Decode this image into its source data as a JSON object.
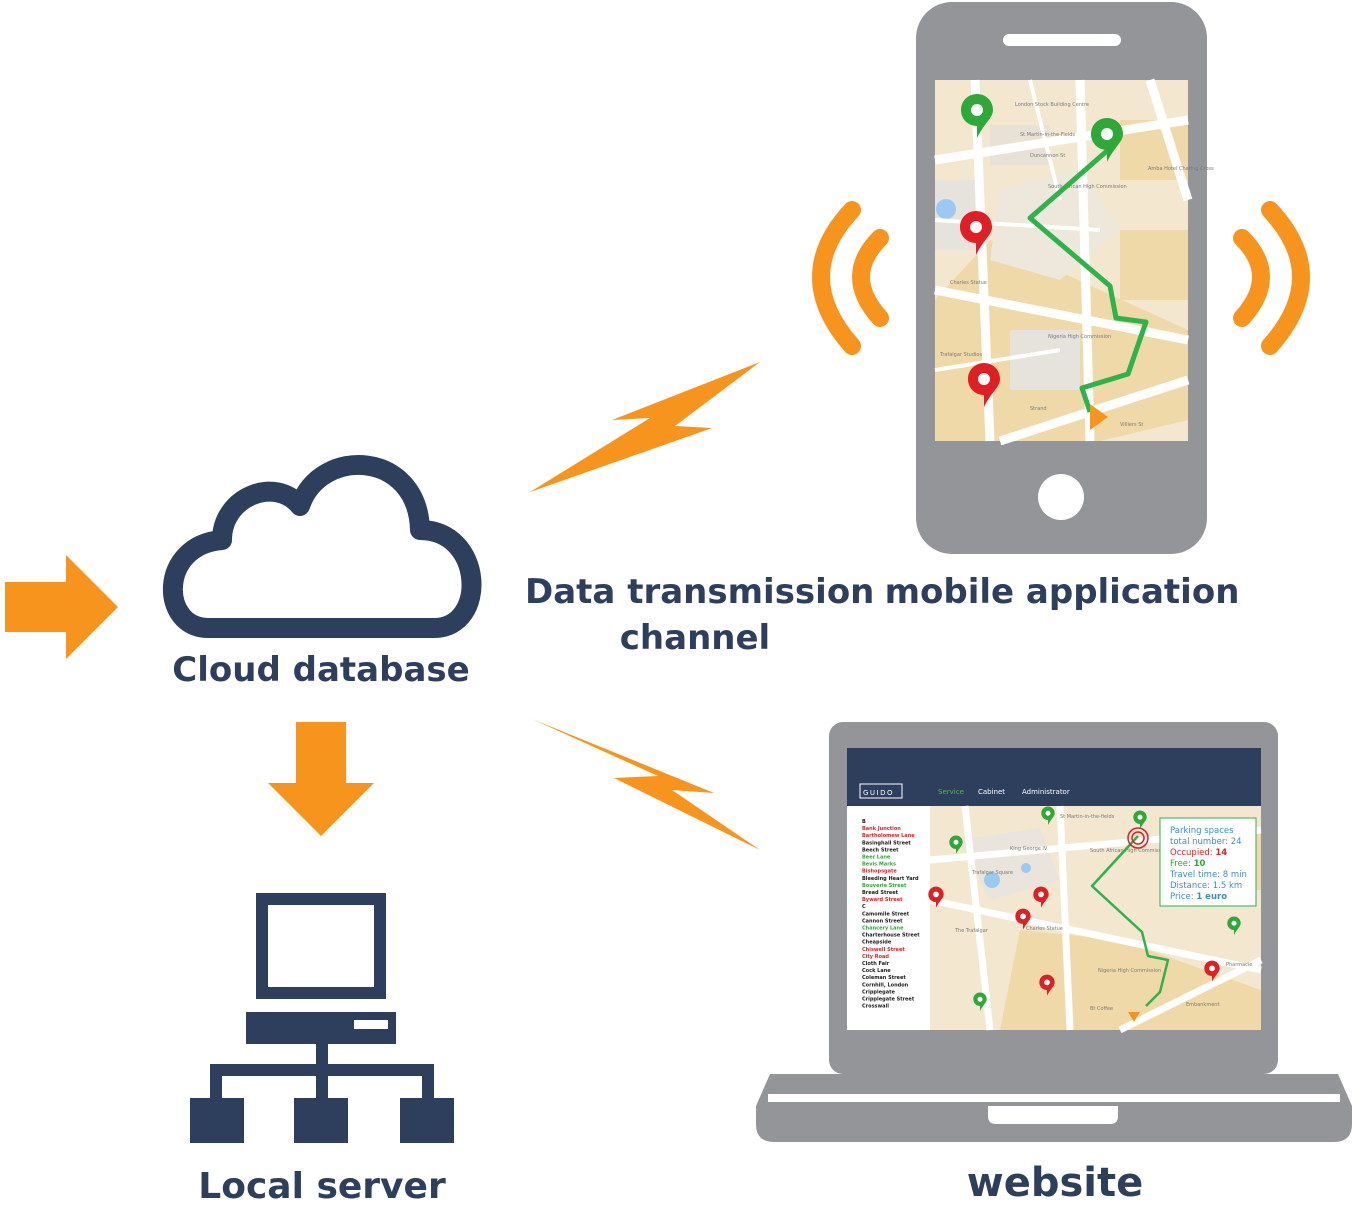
{
  "labels": {
    "cloud": "Cloud database",
    "local": "Local server",
    "channel_line1": "Data transmission",
    "channel_line2": "channel",
    "mobile": "mobile application",
    "website": "website"
  },
  "site": {
    "logo": "GUIDO",
    "nav": [
      "Service",
      "Cabinet",
      "Administrator"
    ],
    "streets": [
      {
        "name": "B",
        "color": "black"
      },
      {
        "name": "Bank Junction",
        "color": "red"
      },
      {
        "name": "Bartholomew Lane",
        "color": "red"
      },
      {
        "name": "Basinghall Street",
        "color": "black"
      },
      {
        "name": "Beech Street",
        "color": "black"
      },
      {
        "name": "Beer Lane",
        "color": "green"
      },
      {
        "name": "Bevis Marks",
        "color": "green"
      },
      {
        "name": "Bishopsgate",
        "color": "red"
      },
      {
        "name": "Bleeding Heart Yard",
        "color": "black"
      },
      {
        "name": "Bouverie Street",
        "color": "green"
      },
      {
        "name": "Bread Street",
        "color": "black"
      },
      {
        "name": "Byward Street",
        "color": "red"
      },
      {
        "name": "C",
        "color": "black"
      },
      {
        "name": "Camomile Street",
        "color": "black"
      },
      {
        "name": "Cannon Street",
        "color": "black"
      },
      {
        "name": "Chancery Lane",
        "color": "green"
      },
      {
        "name": "Charterhouse Street",
        "color": "black"
      },
      {
        "name": "Cheapside",
        "color": "black"
      },
      {
        "name": "Chiswell Street",
        "color": "red"
      },
      {
        "name": "City Road",
        "color": "red"
      },
      {
        "name": "Cloth Fair",
        "color": "black"
      },
      {
        "name": "Cock Lane",
        "color": "black"
      },
      {
        "name": "Coleman Street",
        "color": "black"
      },
      {
        "name": "Cornhill, London",
        "color": "black"
      },
      {
        "name": "Cripplegate",
        "color": "black"
      },
      {
        "name": "Cripplegate Street",
        "color": "black"
      },
      {
        "name": "Crosswall",
        "color": "black"
      }
    ],
    "info": {
      "title": "Parking spaces",
      "total": "total number: 24",
      "occupied_label": "Occupied:",
      "occupied_value": "14",
      "free_label": "Free:",
      "free_value": "10",
      "travel": "Travel time: 8 min",
      "distance": "Distance: 1.5 km",
      "price_label": "Price:",
      "price_value": "1 euro"
    },
    "map_text": [
      "St Martin-in-the-fields",
      "King George IV",
      "Trafalgar Square",
      "South African High Commission",
      "Nigeria High Commission",
      "Charles Statue",
      "The Trafalgar",
      "Pharmacie",
      "Bt Coffee",
      "Embankment"
    ]
  },
  "phone_map_text": [
    "London Stock Building Centre",
    "St Martin-in-the-Fields",
    "Duncannon St",
    "South African High Commission",
    "Amba Hotel Charing Cross",
    "Nigeria High Commission",
    "Trafalgar Studios",
    "Charles Statue",
    "Strand",
    "Villiers St"
  ],
  "colors": {
    "navy": "#2e3f5e",
    "orange": "#f7941d",
    "device_gray": "#939598",
    "pin_green": "#2ea836",
    "pin_red": "#e01e25",
    "route_green": "#2eb34a"
  }
}
